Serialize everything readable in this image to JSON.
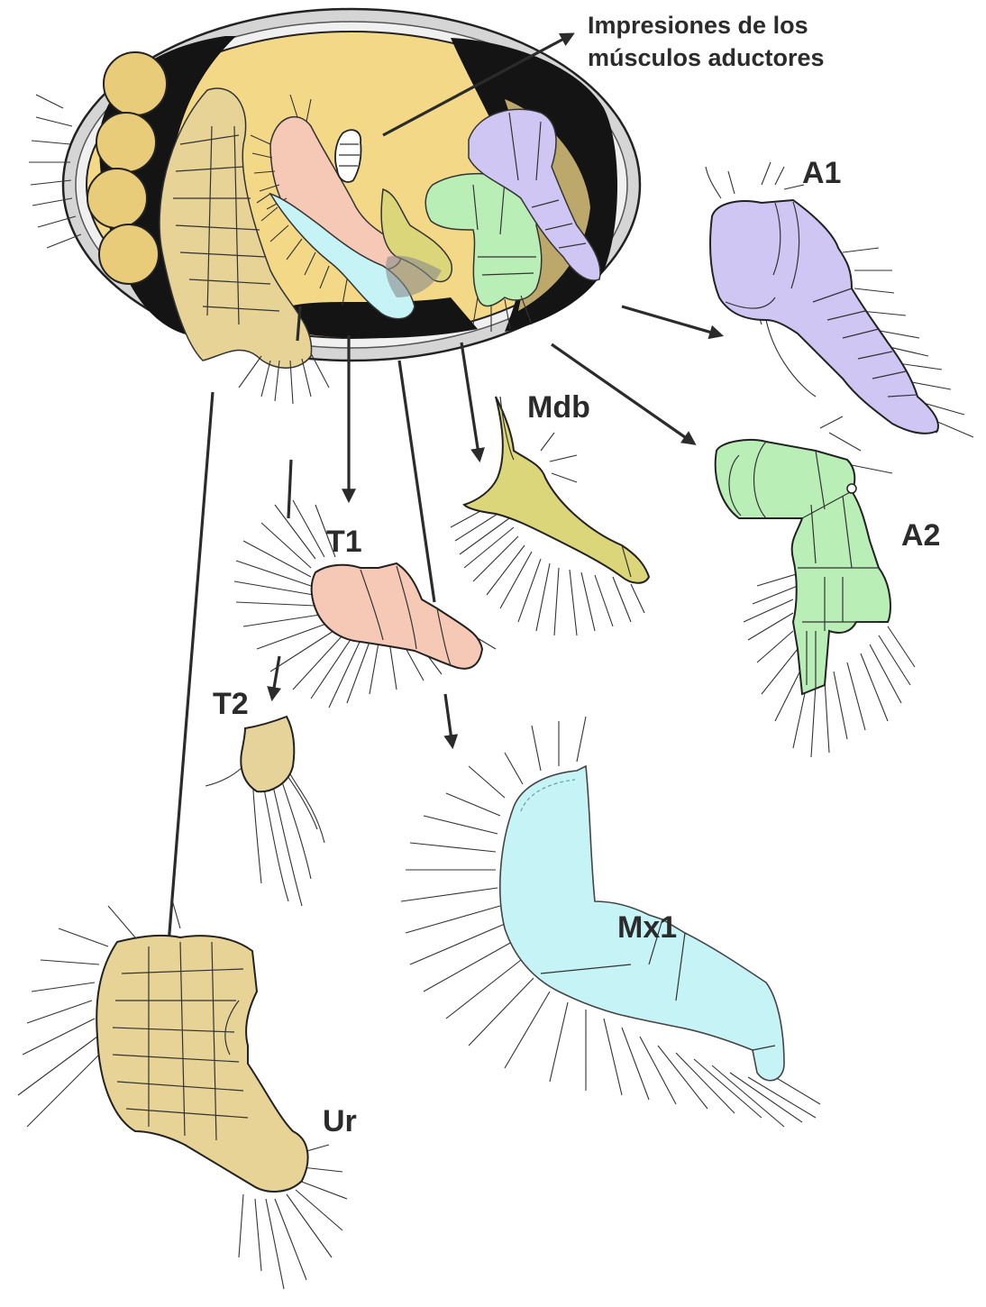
{
  "annotation": {
    "line1": "Impresiones de los",
    "line2": "músculos aductores"
  },
  "labels": {
    "a1": "A1",
    "a2": "A2",
    "mdb": "Mdb",
    "t1": "T1",
    "t2": "T2",
    "mx1": "Mx1",
    "ur": "Ur"
  },
  "colors": {
    "shell_interior": "#f3d987",
    "eggs": "#e9cc79",
    "dark_body": "#141414",
    "a1_appendage": "#cfc6f3",
    "a2_appendage": "#b9eeb7",
    "mandible": "#dcd67a",
    "t1_appendage": "#f6c9b6",
    "t2_appendage": "#e6d39a",
    "mx1_appendage": "#c6f3f5",
    "uropod": "#e7d396",
    "shell_rim": "#cfcfcf"
  }
}
